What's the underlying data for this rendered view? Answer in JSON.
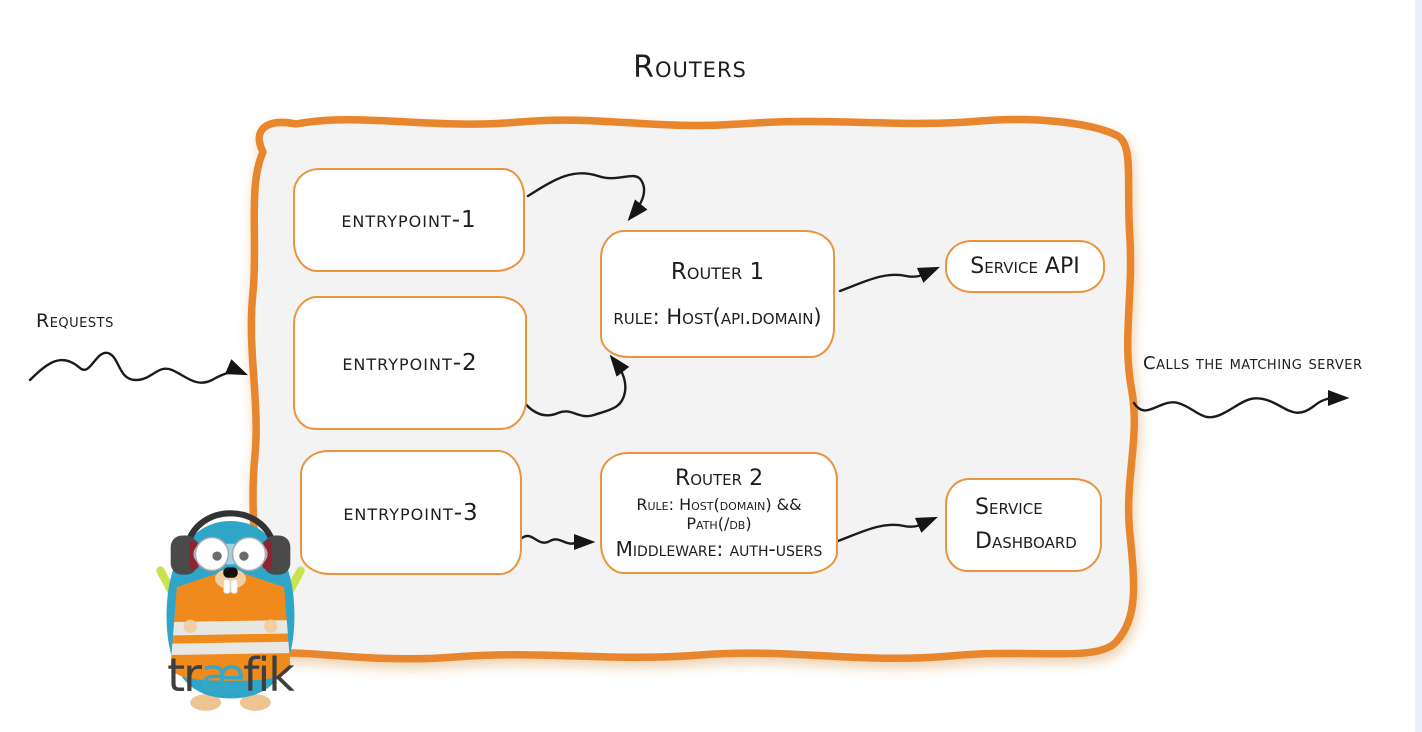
{
  "title": "Routers",
  "flow": {
    "requests_label": "Requests",
    "calls_label": "Calls the matching server"
  },
  "entrypoints": [
    {
      "label": "entrypoint-1"
    },
    {
      "label": "entrypoint-2"
    },
    {
      "label": "entrypoint-3"
    }
  ],
  "routers": [
    {
      "title": "Router 1",
      "rule": "rule: Host(api.domain)"
    },
    {
      "title": "Router 2",
      "rule": "Rule: Host(domain) && Path(/db)",
      "middleware": "Middleware: auth-users"
    }
  ],
  "services": [
    {
      "label": "Service API"
    },
    {
      "label_line1": "Service",
      "label_line2": "Dashboard"
    }
  ],
  "logo": {
    "prefix": "tr",
    "ligature": "æ",
    "suffix": "fik"
  },
  "colors": {
    "container_border": "#E8862D",
    "container_fill": "#F3F3F3",
    "box_border": "#E9953F",
    "arrow_black": "#1B1B1B",
    "brand_teal": "#35A8C6",
    "vest_orange": "#F08A1C",
    "baton_green": "#C9E34F",
    "edge_strip_blue": "#E8F1FB"
  }
}
